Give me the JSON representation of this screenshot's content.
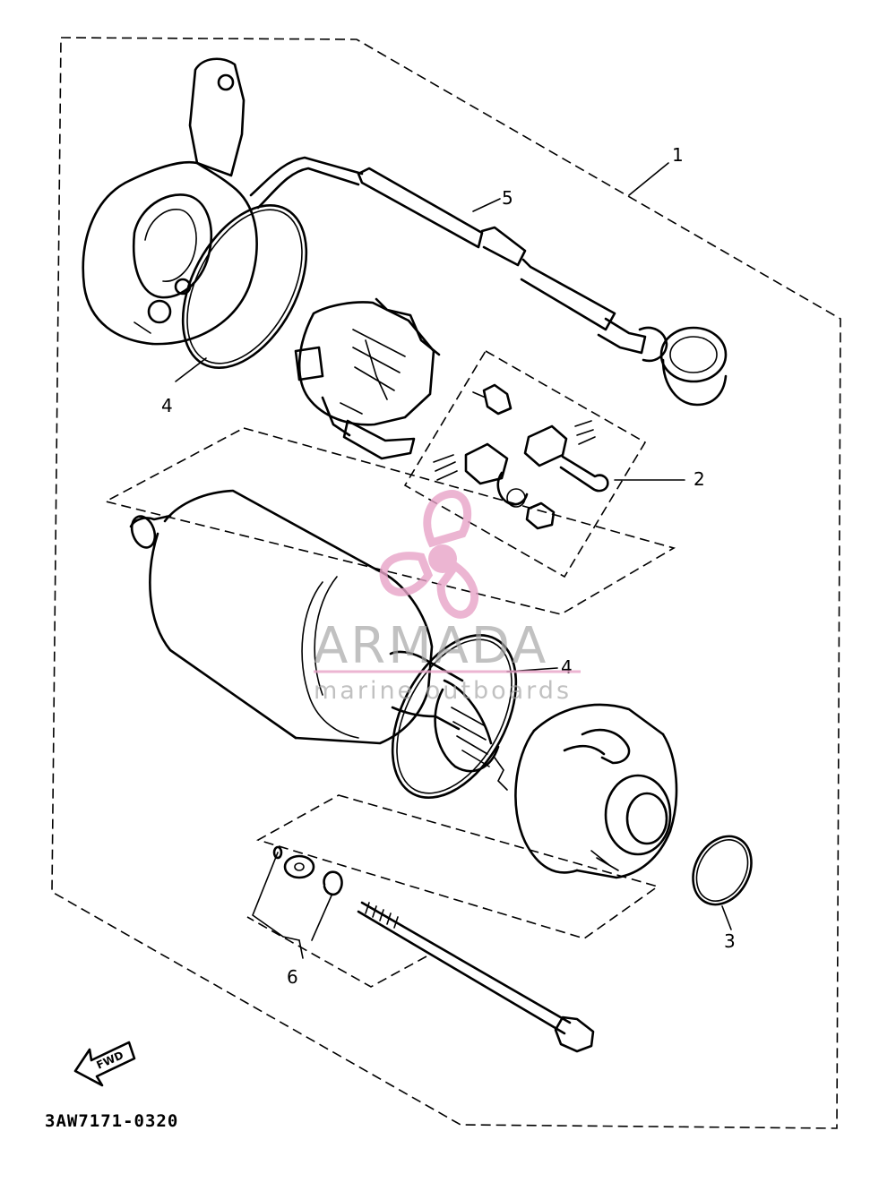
{
  "diagram": {
    "drawing_code": "3AW7171-0320",
    "fwd_label": "FWD",
    "callouts": [
      {
        "id": "1",
        "label": "1"
      },
      {
        "id": "2",
        "label": "2"
      },
      {
        "id": "3",
        "label": "3"
      },
      {
        "id": "4a",
        "label": "4"
      },
      {
        "id": "4b",
        "label": "4"
      },
      {
        "id": "5",
        "label": "5"
      },
      {
        "id": "6",
        "label": "6"
      }
    ]
  },
  "watermark": {
    "brand": "ARMADA",
    "tagline": "marine outboards",
    "accent_color": "#e8a3c8",
    "text_color": "#a5a5a5",
    "logo_icon": "propeller-icon"
  }
}
